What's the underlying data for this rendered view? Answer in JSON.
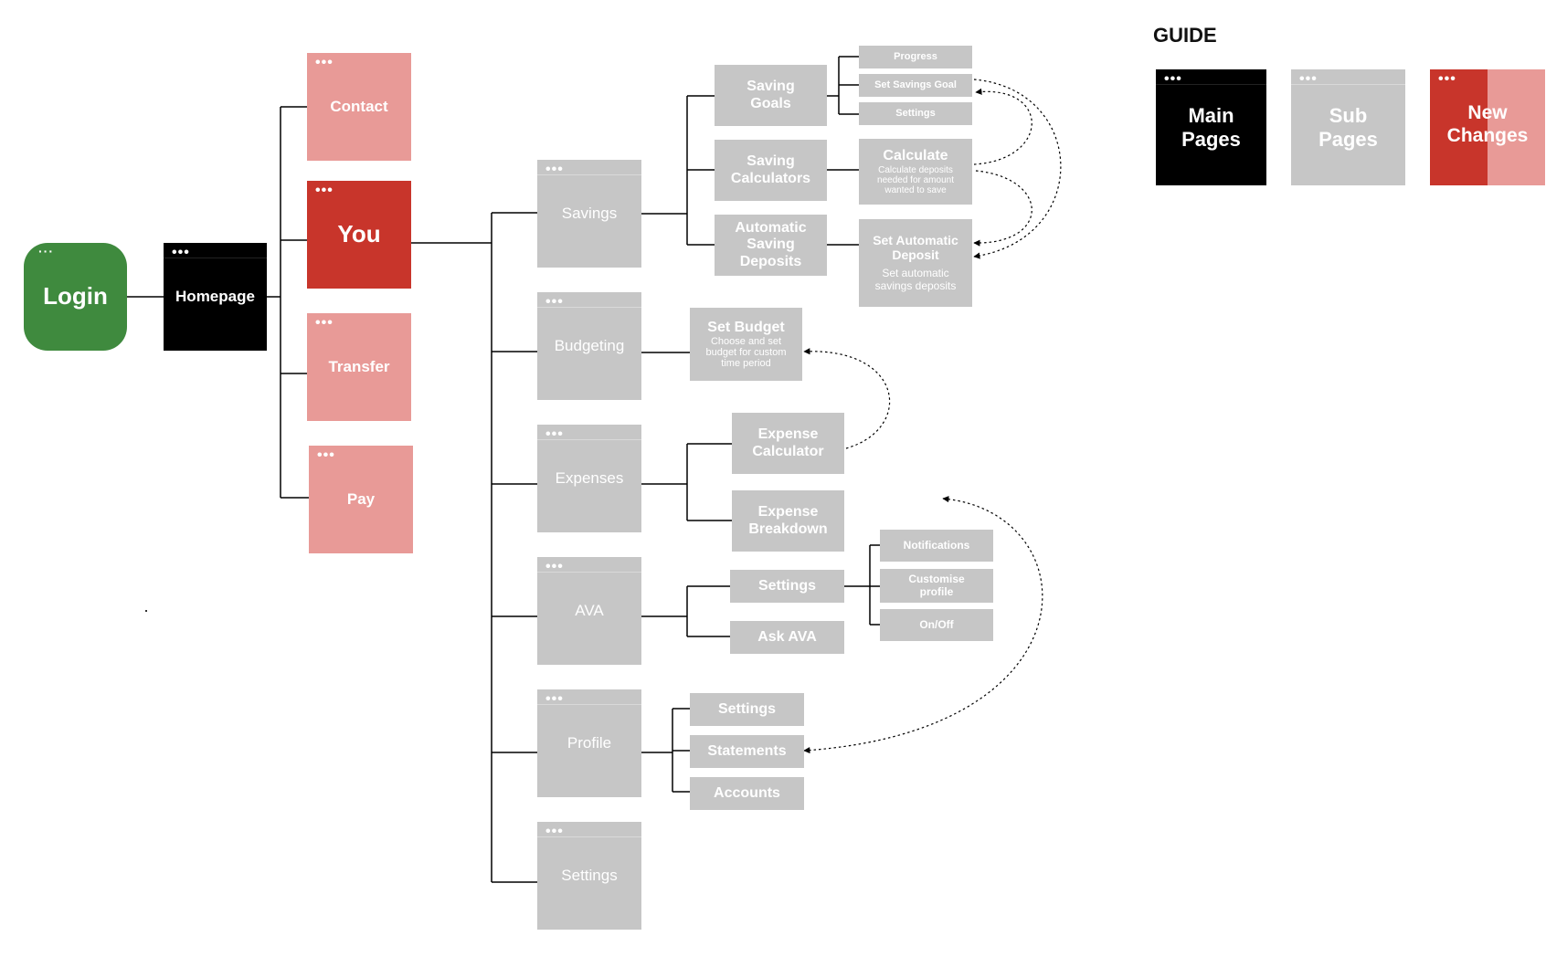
{
  "guide": {
    "title": "GUIDE",
    "items": [
      {
        "label": "Main Pages",
        "color": "#000000"
      },
      {
        "label": "Sub Pages",
        "color": "#c6c6c6"
      },
      {
        "label": "New Changes",
        "color_left": "#c8352b",
        "color_right": "#e89a97"
      }
    ]
  },
  "nodes": {
    "login": "Login",
    "homepage": "Homepage",
    "contact": "Contact",
    "you": "You",
    "transfer": "Transfer",
    "pay": "Pay",
    "savings": "Savings",
    "budgeting": "Budgeting",
    "expenses": "Expenses",
    "ava": "AVA",
    "profile": "Profile",
    "settings": "Settings",
    "saving_goals": "Saving Goals",
    "saving_calculators": "Saving Calculators",
    "automatic_saving_deposits": "Automatic Saving Deposits",
    "progress": "Progress",
    "set_savings_goal": "Set Savings Goal",
    "goal_settings": "Settings",
    "calculate": {
      "title": "Calculate",
      "desc": "Calculate deposits needed for amount wanted to save"
    },
    "set_automatic_deposit": {
      "title": "Set Automatic Deposit",
      "desc": "Set automatic savings deposits"
    },
    "set_budget": {
      "title": "Set Budget",
      "desc": "Choose and set budget for custom time period"
    },
    "expense_calculator": "Expense Calculator",
    "expense_breakdown": "Expense Breakdown",
    "ava_settings": "Settings",
    "ask_ava": "Ask AVA",
    "notifications": "Notifications",
    "customise_profile": "Customise profile",
    "on_off": "On/Off",
    "profile_settings": "Settings",
    "statements": "Statements",
    "accounts": "Accounts"
  },
  "colors": {
    "main": "#000000",
    "sub": "#c6c6c6",
    "new_strong": "#c8352b",
    "new_light": "#e89a97",
    "login": "#3f8a3e"
  },
  "icons": {
    "window_dots": "•••",
    "login_dots": "···"
  }
}
